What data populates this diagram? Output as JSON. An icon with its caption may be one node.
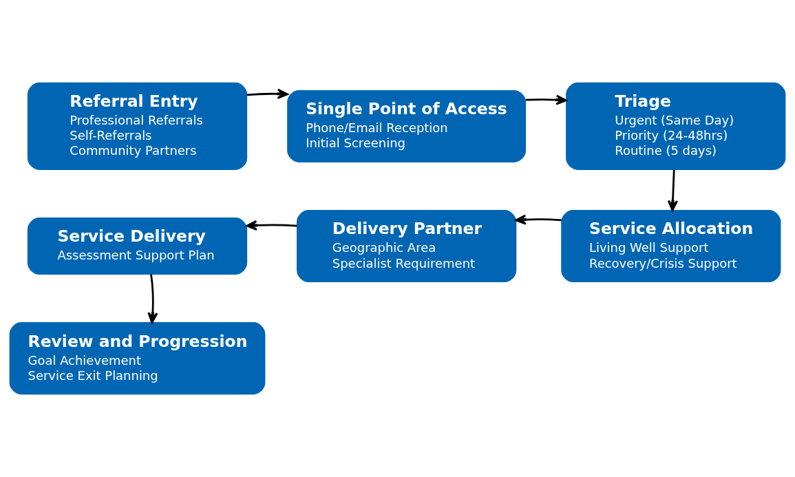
{
  "diagram": {
    "nodes": [
      {
        "text": [
          "Referral Entry",
          "Professional Referrals",
          "Self-Referrals",
          "Community Partners"
        ]
      },
      {
        "text": [
          "Single Point of Access",
          "Phone/Email Reception",
          "Initial Screening"
        ]
      },
      {
        "text": [
          "Triage",
          "Urgent (Same Day)",
          "Priority (24-48hrs)",
          "Routine (5 days)"
        ]
      },
      {
        "text": [
          "Service Allocation",
          "Living Well Support",
          "Recovery/Crisis Support"
        ]
      },
      {
        "text": [
          "Delivery Partner",
          "Geographic Area",
          "Specialist Requirement"
        ]
      },
      {
        "text": [
          "Service Delivery",
          "Assessment Support Plan"
        ]
      },
      {
        "text": [
          "Review and Progression",
          "Goal Achievement",
          "Service Exit Planning"
        ]
      }
    ],
    "edges": [
      {
        "from": 0,
        "to": 1,
        "arrow": "to"
      },
      {
        "from": 1,
        "to": 2,
        "arrow": "to"
      },
      {
        "from": 2,
        "to": 3,
        "arrow": "to"
      },
      {
        "from": 3,
        "to": 4,
        "arrow": "to"
      },
      {
        "from": 4,
        "to": 5,
        "arrow": "to"
      },
      {
        "from": 5,
        "to": 6,
        "arrow": "to"
      }
    ]
  }
}
